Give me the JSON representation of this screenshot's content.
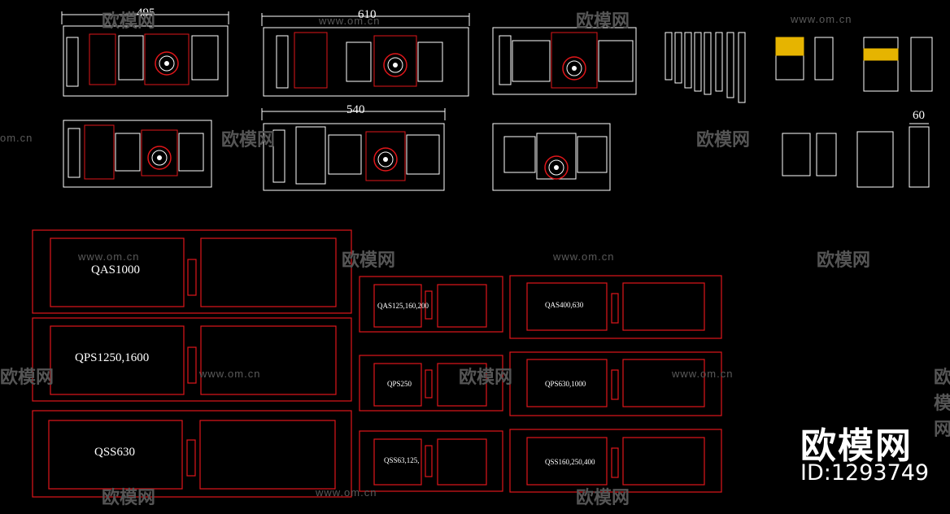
{
  "dimensions": {
    "d495": "495",
    "d610": "610",
    "d540": "540",
    "d60": "60"
  },
  "panels": {
    "qas1000": "QAS1000",
    "qps1250": "QPS1250,1600",
    "qss630": "QSS630",
    "qas125": "QAS125,160,200",
    "qas400": "QAS400,630",
    "qps250": "QPS250",
    "qps630": "QPS630,1000",
    "qss63": "QSS63,125,",
    "qss160": "QSS160,250,400"
  },
  "watermark": {
    "url": "www.om.cn",
    "url_partial": "om.cn",
    "cn": "欧模网",
    "cn_partial": "欧模网"
  },
  "brand": {
    "name": "欧模网",
    "id": "ID:1293749"
  },
  "colors": {
    "background": "#000000",
    "outline_white": "#ffffff",
    "outline_red": "#e0161a"
  }
}
